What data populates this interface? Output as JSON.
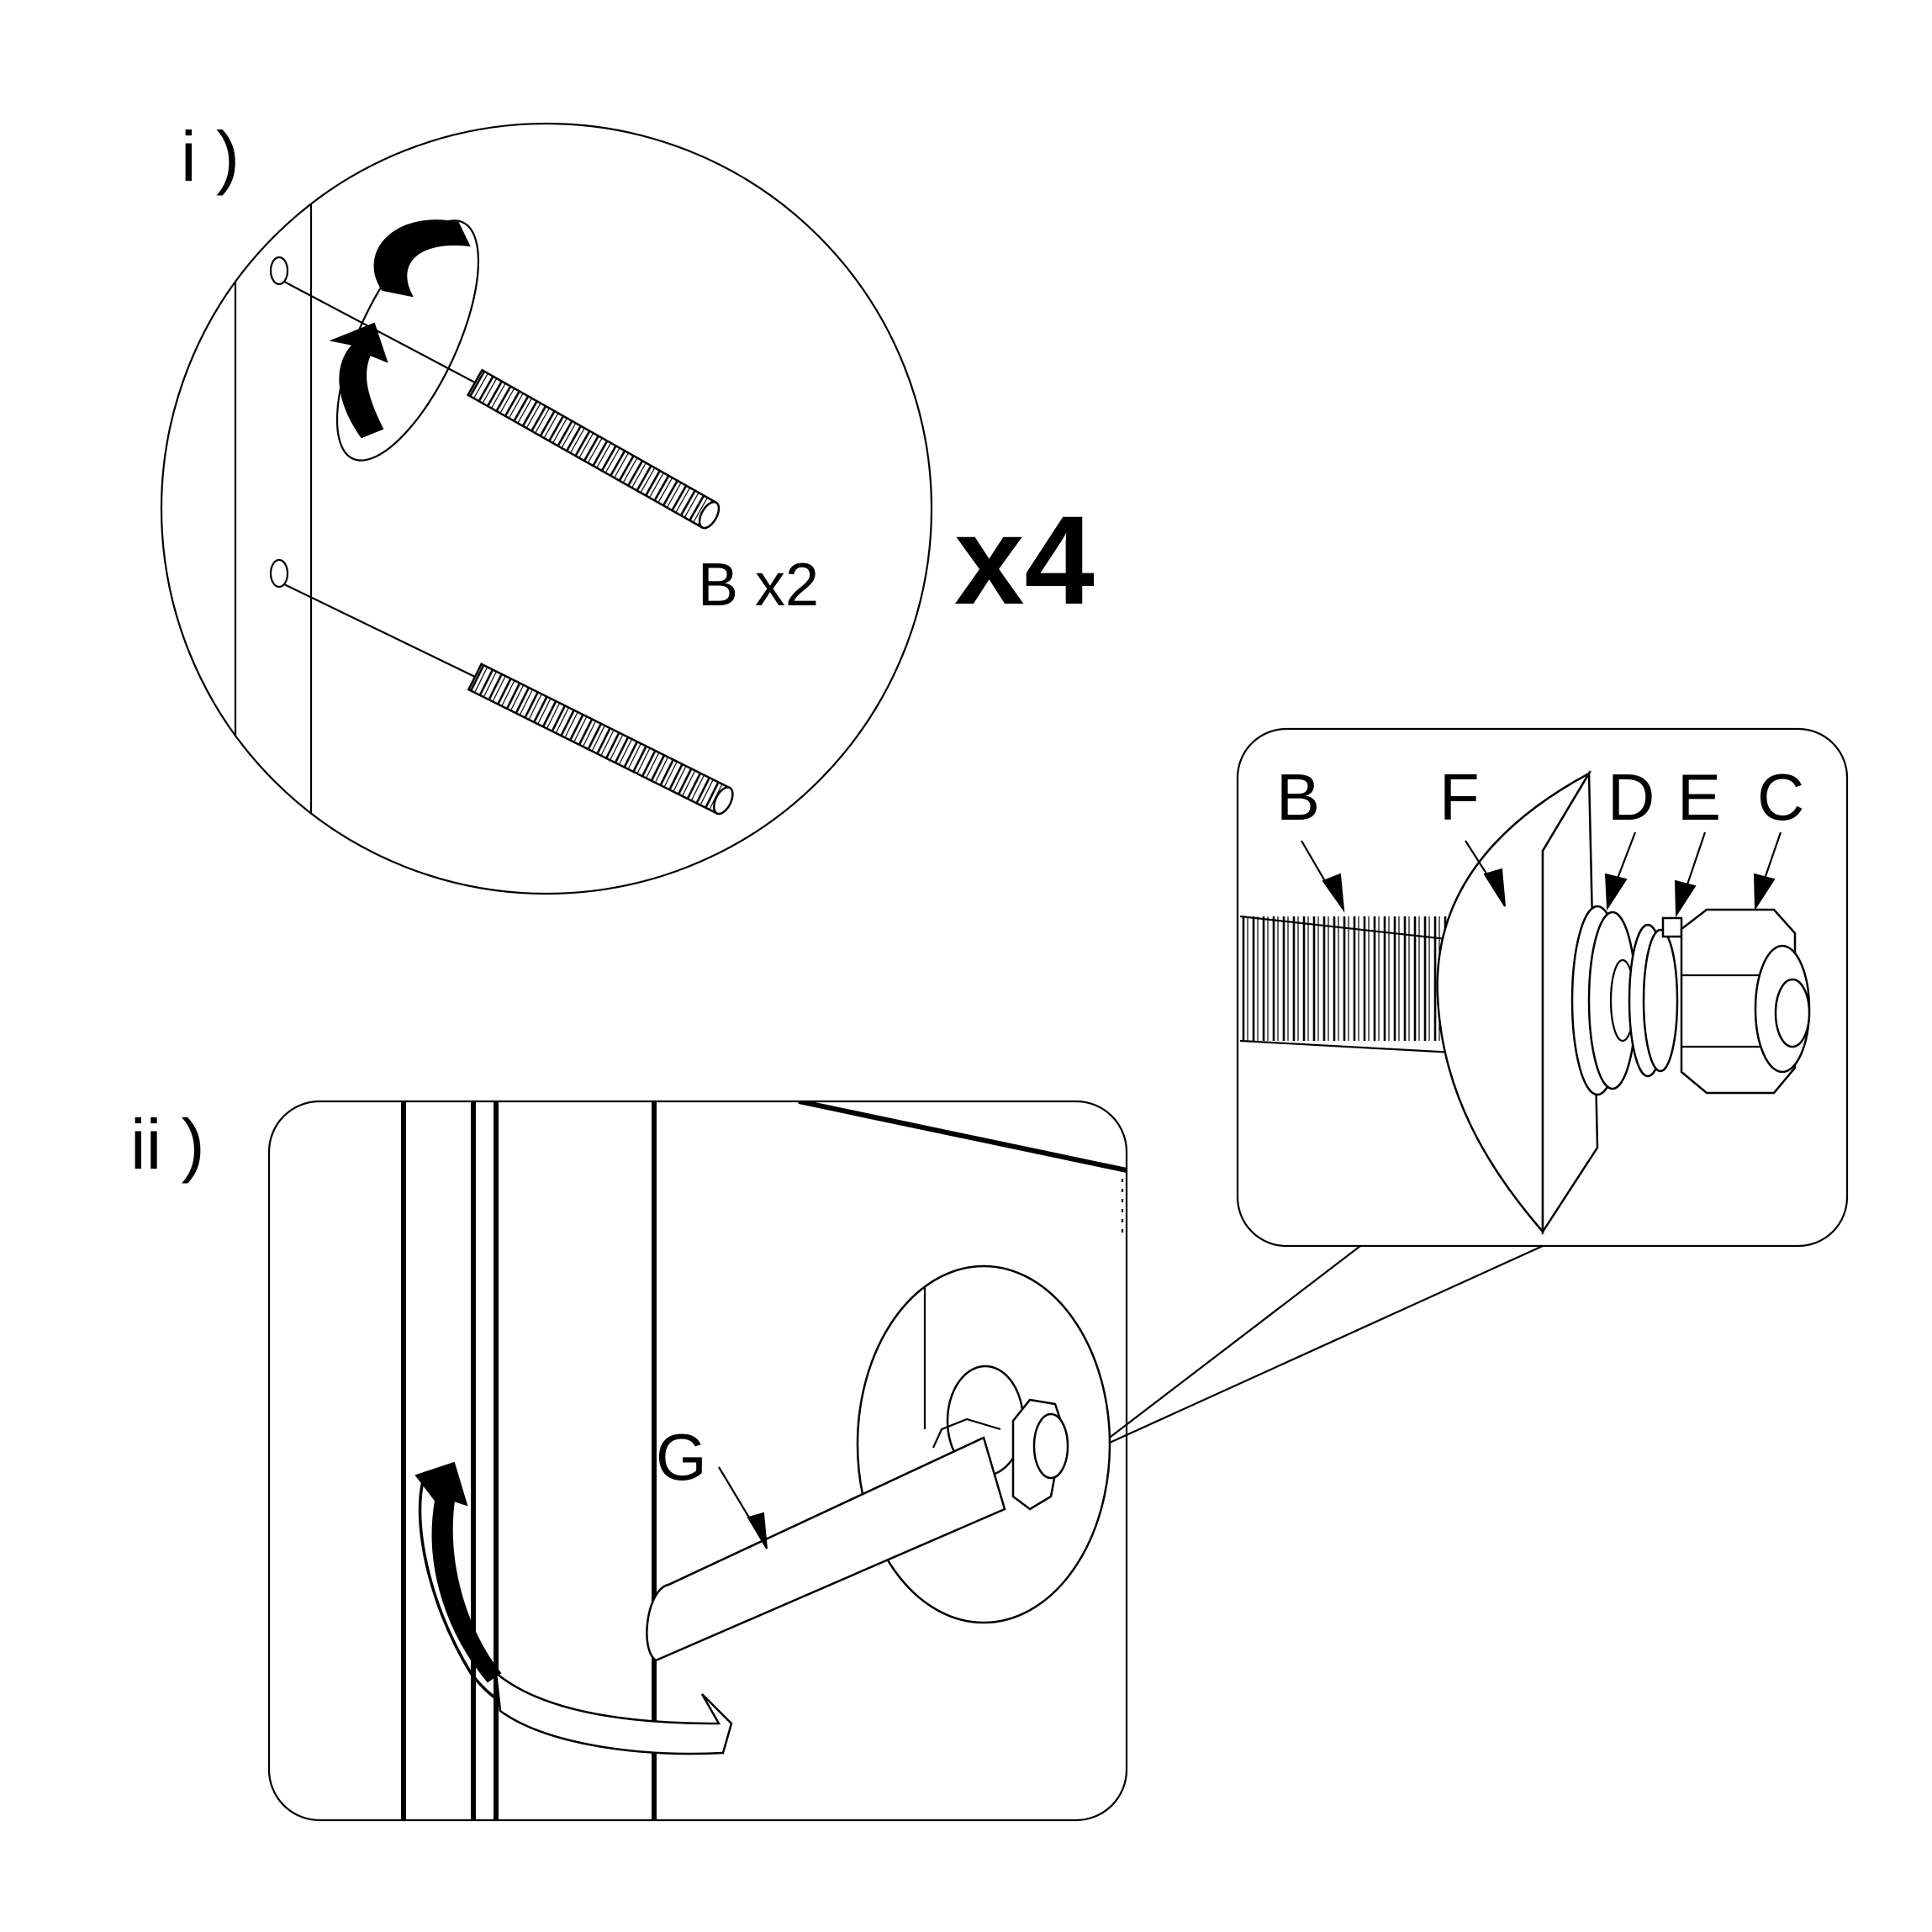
{
  "steps": {
    "step1_label": "i )",
    "step2_label": "ii )"
  },
  "step1": {
    "bolt_qty": "B x2",
    "repeat": "x4"
  },
  "detail": {
    "labels": [
      "B",
      "F",
      "D",
      "E",
      "C"
    ]
  },
  "step2": {
    "tool_label": "G"
  }
}
